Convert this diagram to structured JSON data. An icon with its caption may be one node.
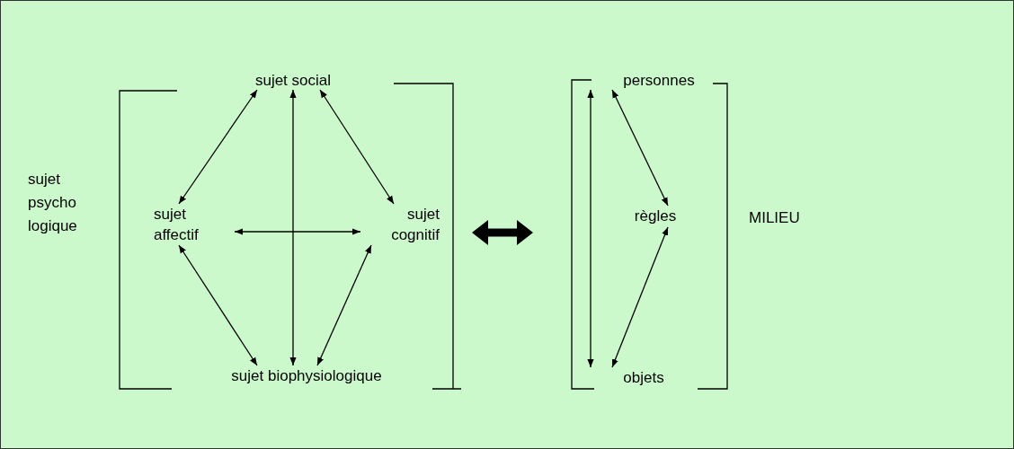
{
  "diagram": {
    "nodes": [
      {
        "text": [],
        "shape": "bracket",
        "beside": [
          "sujet psycho logique"
        ]
      },
      {
        "text": [
          "sujet social"
        ],
        "in": 0
      },
      {
        "text": [
          "sujet affectif"
        ],
        "in": 0
      },
      {
        "text": [
          "sujet cognitif"
        ],
        "in": 0
      },
      {
        "text": [
          "sujet biophysiologique"
        ],
        "in": 0
      },
      {
        "text": [],
        "shape": "bracket",
        "beside": [
          "MILIEU"
        ]
      },
      {
        "text": [
          "personnes"
        ],
        "in": 5
      },
      {
        "text": [
          "règles"
        ],
        "in": 5
      },
      {
        "text": [
          "objets"
        ],
        "in": 5
      }
    ],
    "edges": [
      {
        "from": 1,
        "to": 2,
        "arrow": "both"
      },
      {
        "from": 1,
        "to": 3,
        "arrow": "both"
      },
      {
        "from": 1,
        "to": 4,
        "arrow": "both"
      },
      {
        "from": 2,
        "to": 3,
        "arrow": "both"
      },
      {
        "from": 2,
        "to": 4,
        "arrow": "both"
      },
      {
        "from": 3,
        "to": 4,
        "arrow": "both"
      },
      {
        "from": 6,
        "to": 7,
        "arrow": "both"
      },
      {
        "from": 7,
        "to": 8,
        "arrow": "both"
      },
      {
        "from": 6,
        "to": 8,
        "arrow": "both"
      },
      {
        "from": 0,
        "to": 5,
        "arrow": "both",
        "style": "thick"
      }
    ]
  }
}
